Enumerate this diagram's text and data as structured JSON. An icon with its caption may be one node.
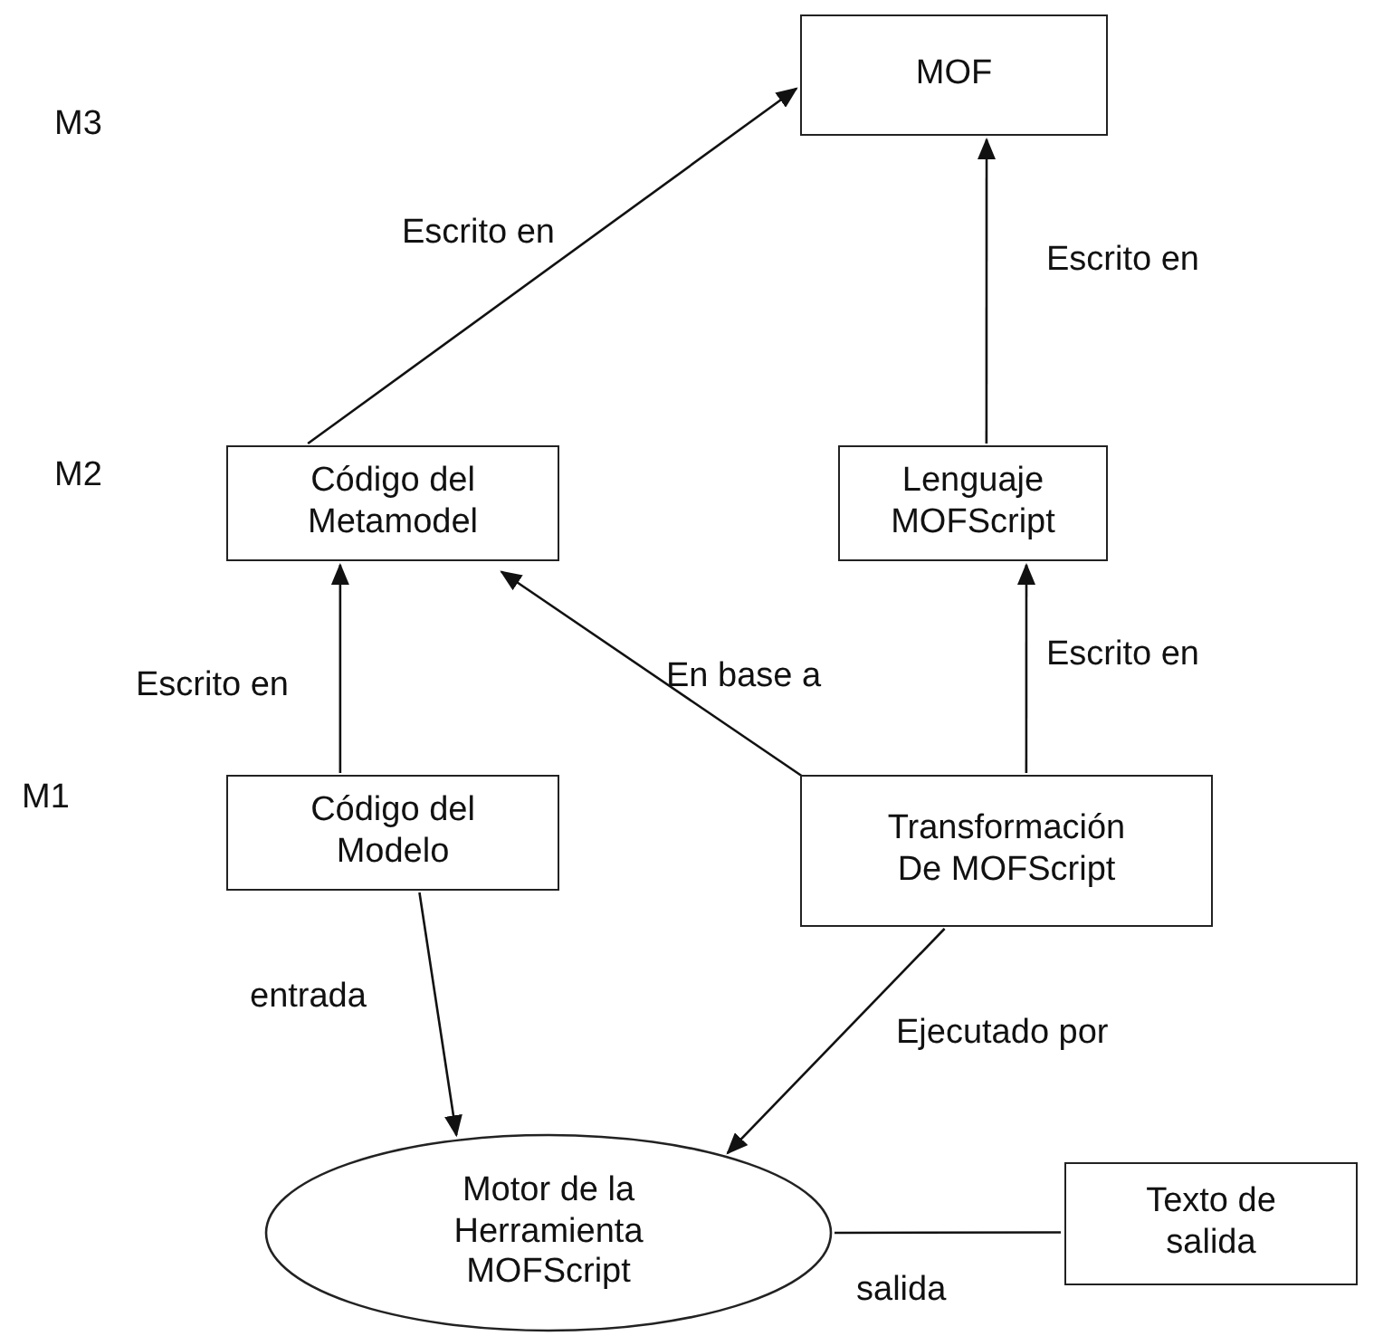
{
  "diagram": {
    "nodes": [
      {
        "text": [
          "MOF"
        ]
      },
      {
        "text": [
          "Código del Metamodel"
        ]
      },
      {
        "text": [
          "Lenguaje MOFScript"
        ]
      },
      {
        "text": [
          "Código del Modelo"
        ]
      },
      {
        "text": [
          "Transformación De MOFScript"
        ]
      },
      {
        "text": [
          "Motor de la Herramienta MOFScript"
        ]
      },
      {
        "text": [
          "Texto de salida"
        ]
      }
    ],
    "edges": [
      {
        "from": 1,
        "to": 0,
        "arrow": "to",
        "label": "Escrito en"
      },
      {
        "from": 2,
        "to": 0,
        "arrow": "to",
        "label": "Escrito en"
      },
      {
        "from": 3,
        "to": 1,
        "arrow": "to",
        "label": "Escrito en"
      },
      {
        "from": 4,
        "to": 2,
        "arrow": "to",
        "label": "Escrito en"
      },
      {
        "from": 4,
        "to": 1,
        "arrow": "to",
        "label": "En base a"
      },
      {
        "from": 3,
        "to": 5,
        "arrow": "to",
        "label": "entrada"
      },
      {
        "from": 4,
        "to": 5,
        "arrow": "to",
        "label": "Ejecutado por"
      },
      {
        "from": 5,
        "to": 6,
        "arrow": "none",
        "label": "salida"
      }
    ],
    "labels": [
      "M3",
      "M2",
      "M1"
    ]
  }
}
